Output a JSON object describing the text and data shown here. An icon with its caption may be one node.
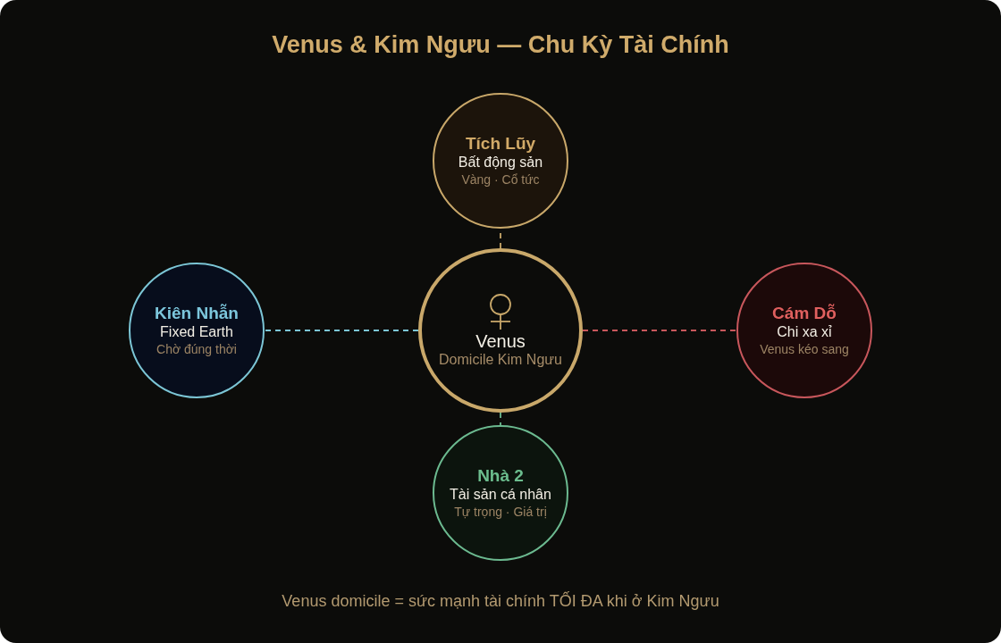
{
  "diagram": {
    "title": "Venus & Kim Ngưu — Chu Kỳ Tài Chính",
    "nodes": [
      {
        "text": [
          "Tích Lũy",
          "Bất động sản",
          "Vàng · Cổ tức"
        ]
      },
      {
        "text": [
          "Kiên Nhẫn",
          "Fixed Earth",
          "Chờ đúng thời"
        ]
      },
      {
        "text": [
          "Venus",
          "Domicile Kim Ngưu"
        ]
      },
      {
        "text": [
          "Cám Dỗ",
          "Chi xa xỉ",
          "Venus kéo sang"
        ]
      },
      {
        "text": [
          "Nhà 2",
          "Tài sản cá nhân",
          "Tự trọng · Giá trị"
        ]
      }
    ],
    "edges": [
      {
        "from": 2,
        "to": 0,
        "arrow": "none",
        "style": "dashed",
        "color": "#c9a86a"
      },
      {
        "from": 2,
        "to": 1,
        "arrow": "none",
        "style": "dashed",
        "color": "#7cc6d6"
      },
      {
        "from": 2,
        "to": 3,
        "arrow": "none",
        "style": "dashed",
        "color": "#c8575c"
      },
      {
        "from": 2,
        "to": 4,
        "arrow": "none",
        "style": "dashed",
        "color": "#6cba90"
      }
    ],
    "caption": "Venus domicile = sức mạnh tài chính TỐI ĐA khi ở Kim Ngưu"
  }
}
